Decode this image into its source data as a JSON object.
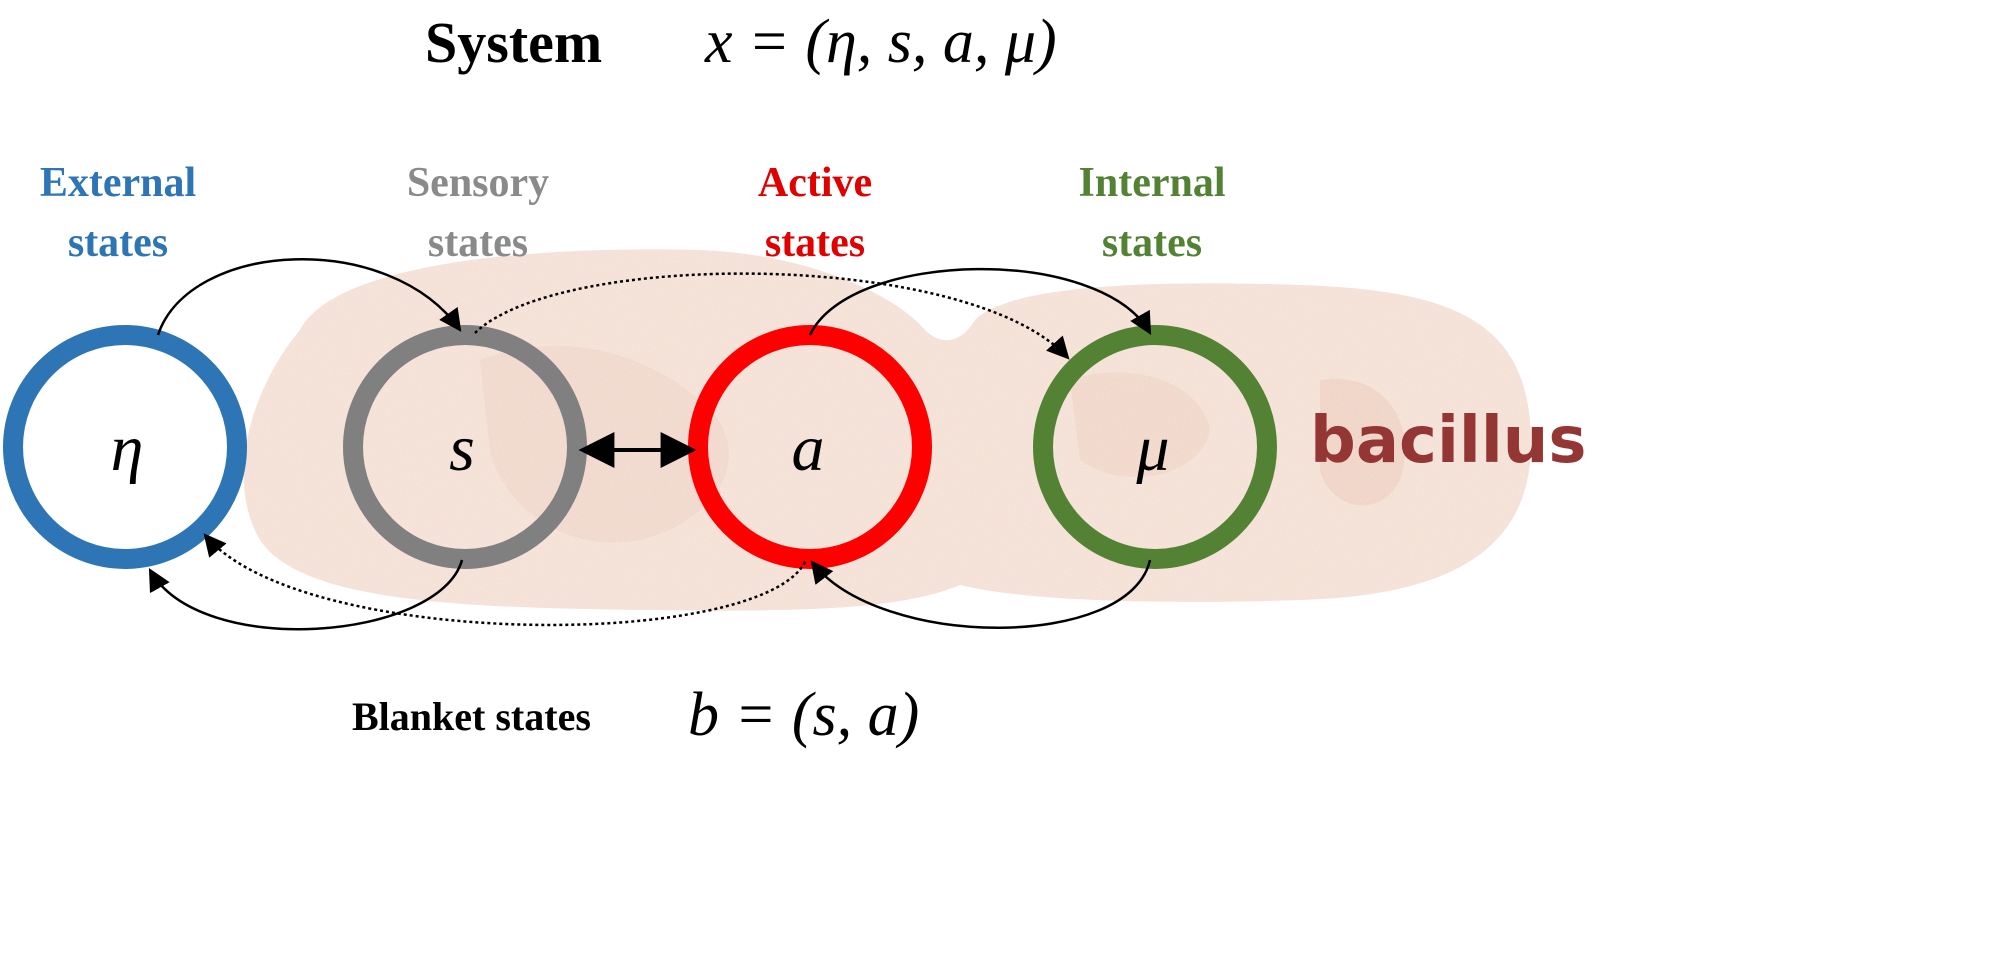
{
  "header": {
    "system_label": "System",
    "system_equation": "x = (η, s, a, μ)"
  },
  "nodes": [
    {
      "id": "external",
      "label_line1": "External",
      "label_line2": "states",
      "symbol": "η",
      "color": "#2e75b6"
    },
    {
      "id": "sensory",
      "label_line1": "Sensory",
      "label_line2": "states",
      "symbol": "s",
      "color": "#808080"
    },
    {
      "id": "active",
      "label_line1": "Active",
      "label_line2": "states",
      "symbol": "a",
      "color": "#ff0000"
    },
    {
      "id": "internal",
      "label_line1": "Internal",
      "label_line2": "states",
      "symbol": "μ",
      "color": "#548235"
    }
  ],
  "organism_label": "bacillus",
  "organism_color": "#943634",
  "footer": {
    "blanket_label": "Blanket states",
    "blanket_equation": "b = (s, a)"
  }
}
